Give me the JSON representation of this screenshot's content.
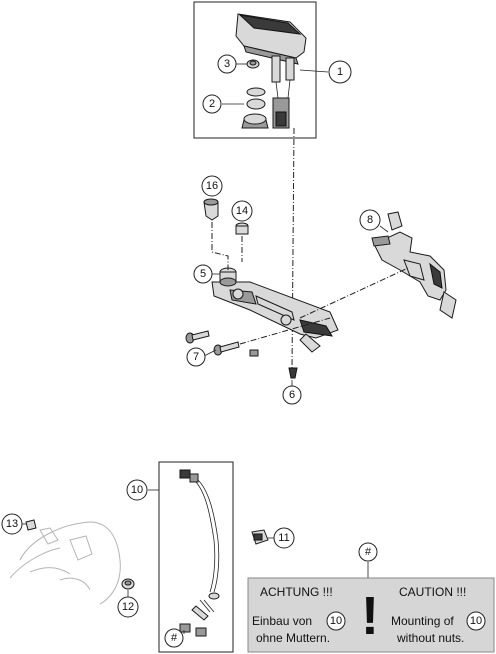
{
  "callouts": {
    "c1": "1",
    "c2": "2",
    "c3": "3",
    "c5": "5",
    "c6": "6",
    "c7": "7",
    "c8": "8",
    "c10": "10",
    "c11": "11",
    "c12": "12",
    "c13": "13",
    "c14": "14",
    "c16": "16",
    "hash_top": "#",
    "hash_bottom": "#"
  },
  "note": {
    "achtung_title": "ACHTUNG !!!",
    "caution_title": "CAUTION !!!",
    "de_line1_prefix": "Einbau von",
    "de_ref": "10",
    "de_line2": "ohne Muttern.",
    "en_line1_prefix": "Mounting of",
    "en_ref": "10",
    "en_line2": "without nuts.",
    "exclamation": "!"
  }
}
